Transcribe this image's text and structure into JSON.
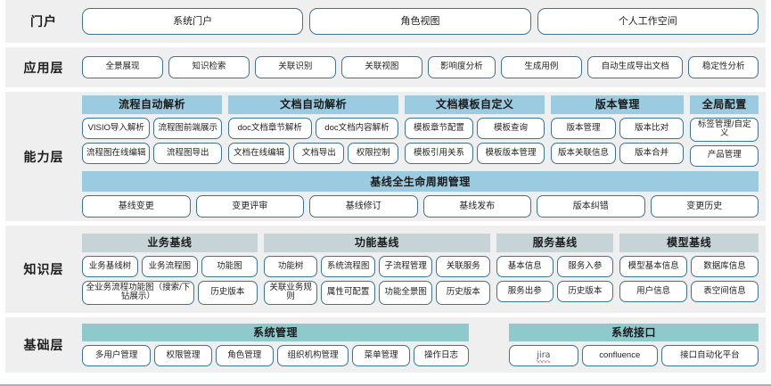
{
  "layers": [
    {
      "label": "门户",
      "type": "portal",
      "items": [
        "系统门户",
        "角色视图",
        "个人工作空间"
      ]
    },
    {
      "label": "应用层",
      "type": "apps",
      "items": [
        "全景展现",
        "知识检索",
        "关联识别",
        "关联视图",
        "影响度分析",
        "生成用例",
        "自动生成导出文档",
        "稳定性分析"
      ]
    },
    {
      "label": "能力层",
      "type": "capability",
      "groups": [
        {
          "title": "流程自动解析",
          "flex": 2.05,
          "rows": [
            [
              "VISIO导入解析",
              "流程图前端展示"
            ],
            [
              "流程图在线编辑",
              "流程图导出"
            ]
          ]
        },
        {
          "title": "文档自动解析",
          "flex": 2.5,
          "rows": [
            [
              "doc文档章节解析",
              "doc文档内容解析"
            ],
            [
              "文档在线编辑",
              "文档导出",
              "权限控制"
            ]
          ]
        },
        {
          "title": "文档模板自定义",
          "flex": 2.05,
          "rows": [
            [
              "模板章节配置",
              "模板查询"
            ],
            [
              "模板引用关系",
              "模板版本管理"
            ]
          ]
        },
        {
          "title": "版本管理",
          "flex": 1.95,
          "rows": [
            [
              "版本管理",
              "版本比对"
            ],
            [
              "版本关联信息",
              "版本合并"
            ]
          ]
        },
        {
          "title": "全局配置",
          "flex": 1.0,
          "rows": [
            [
              "标签管理/自定义"
            ],
            [
              "产品管理"
            ]
          ]
        }
      ],
      "band": {
        "title": "基线全生命周期管理",
        "items": [
          "基线变更",
          "变更评审",
          "基线修订",
          "基线发布",
          "版本纠错",
          "变更历史"
        ]
      }
    },
    {
      "label": "知识层",
      "type": "knowledge",
      "groups": [
        {
          "title": "业务基线",
          "flex": 2.4,
          "rows": [
            [
              "业务基线树",
              "业务流程图",
              "功能图"
            ],
            [
              "全业务流程功能图（搜索/下钻展示）",
              "历史版本"
            ]
          ]
        },
        {
          "title": "功能基线",
          "flex": 3.1,
          "rows": [
            [
              "功能树",
              "系统流程图",
              "子流程管理",
              "关联服务"
            ],
            [
              "关联业务规则",
              "属性可配置",
              "功能全景图",
              "历史版本"
            ]
          ]
        },
        {
          "title": "服务基线",
          "flex": 1.6,
          "rows": [
            [
              "基本信息",
              "服务入参"
            ],
            [
              "服务出参",
              "历史版本"
            ]
          ]
        },
        {
          "title": "模型基线",
          "flex": 1.9,
          "rows": [
            [
              "模型基本信息",
              "数据库信息"
            ],
            [
              "用户信息",
              "表空间信息"
            ]
          ]
        }
      ]
    },
    {
      "label": "基础层",
      "type": "base",
      "groups": [
        {
          "title": "系统管理",
          "flex": 1.55,
          "rows": [
            [
              "多用户管理",
              "权限管理",
              "角色管理",
              "组织机构管理",
              "菜单管理",
              "操作日志"
            ]
          ]
        },
        {
          "title": "系统接口",
          "flex": 1.0,
          "rows": [
            [
              "jira",
              "confluence",
              "接口自动化平台"
            ]
          ]
        }
      ]
    }
  ],
  "colors": {
    "band_background": "#efefef",
    "pill_border": "#3d7490",
    "capability_header": "#9bcbe0",
    "knowledge_header": "#c6d4d7",
    "base_header": "#8ec9cb",
    "jira_underline": "#e23b2e"
  }
}
